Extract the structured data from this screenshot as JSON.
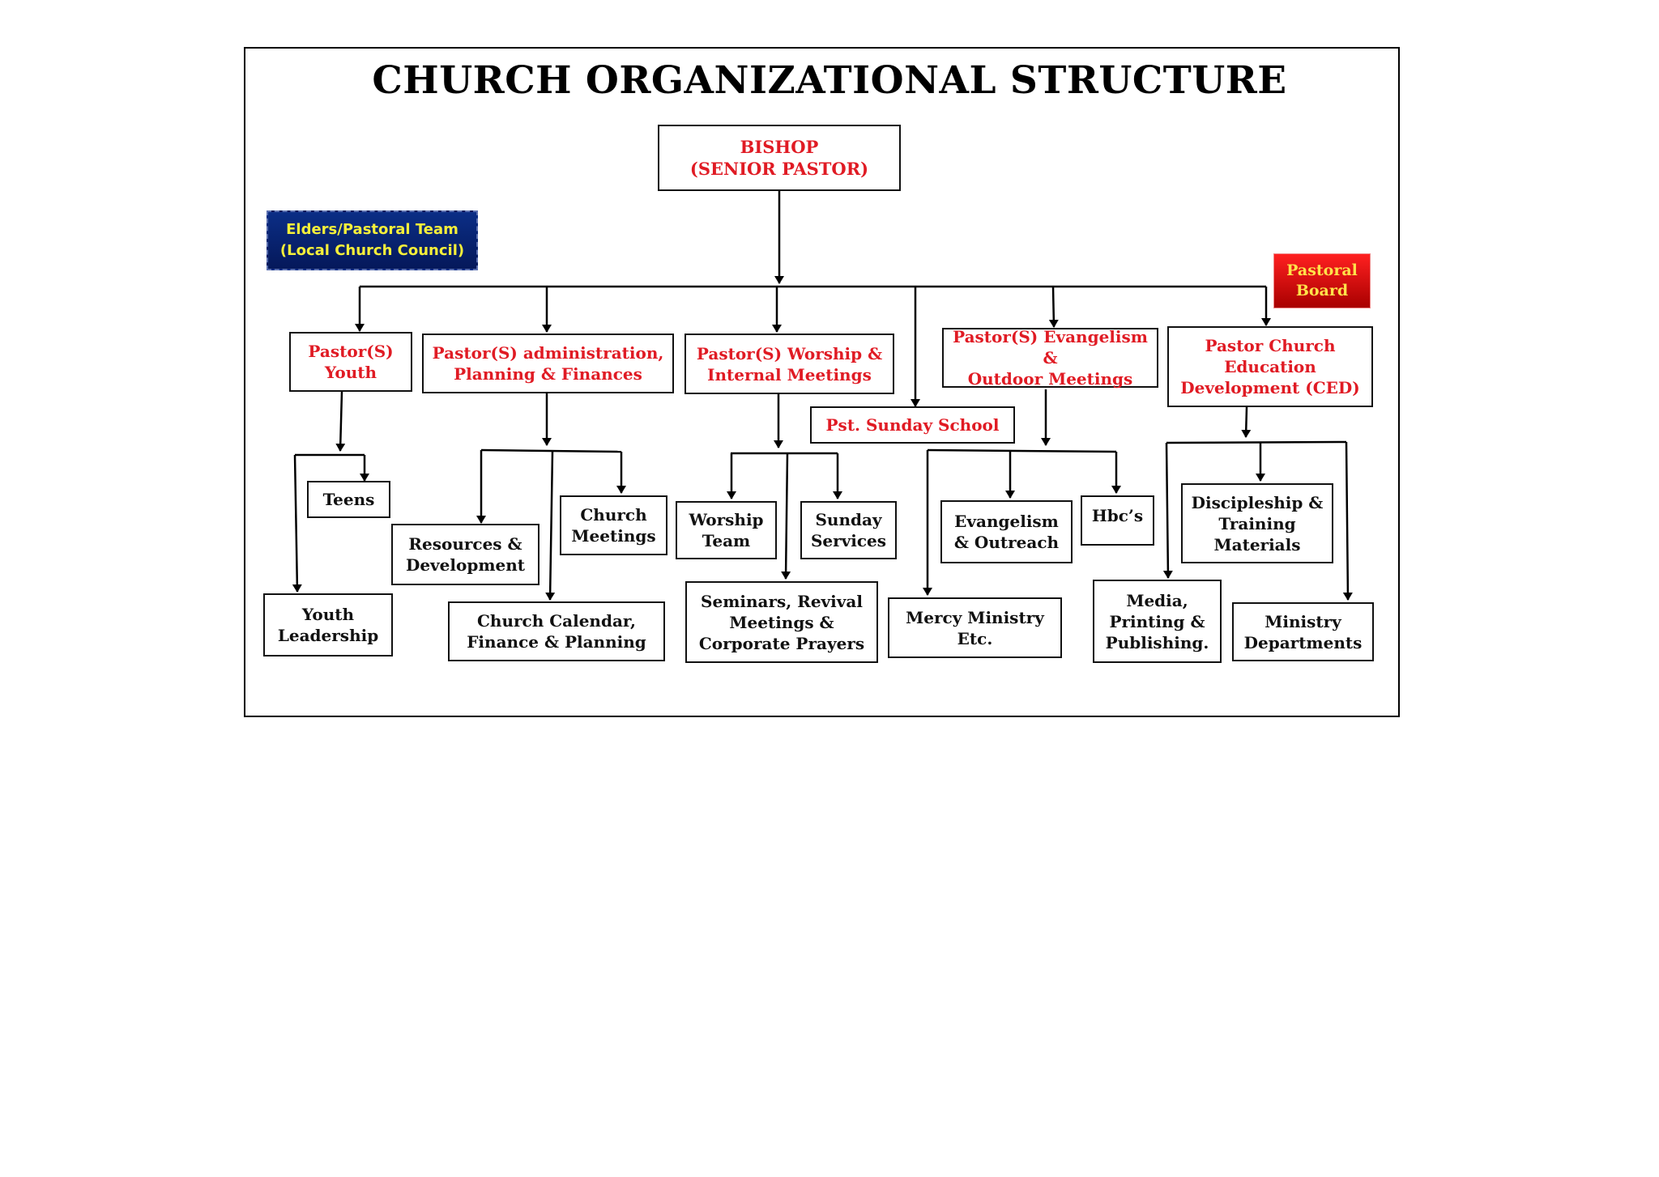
{
  "title": "CHURCH ORGANIZATIONAL STRUCTURE",
  "side_boxes": {
    "elders": "Elders/Pastoral Team\n(Local Church Council)",
    "pastoral_board": "Pastoral\nBoard"
  },
  "nodes": {
    "bishop": "BISHOP\n(SENIOR PASTOR)",
    "youth": "Pastor(S)\nYouth",
    "admin": "Pastor(S) administration,\nPlanning & Finances",
    "worship": "Pastor(S) Worship &\nInternal Meetings",
    "sunday_school": "Pst. Sunday School",
    "evangelism": "Pastor(S) Evangelism &\nOutdoor Meetings",
    "ced": "Pastor Church\nEducation\nDevelopment (CED)",
    "teens": "Teens",
    "youth_leadership": "Youth\nLeadership",
    "resources": "Resources &\nDevelopment",
    "church_meetings": "Church\nMeetings",
    "calendar": "Church Calendar,\nFinance & Planning",
    "worship_team": "Worship\nTeam",
    "sunday_services": "Sunday\nServices",
    "seminars": "Seminars, Revival\nMeetings &\nCorporate Prayers",
    "evangelism_outreach": "Evangelism\n& Outreach",
    "hbcs": "Hbc’s",
    "mercy": "Mercy Ministry\nEtc.",
    "discipleship": "Discipleship &\nTraining\nMaterials",
    "media": "Media,\nPrinting &\nPublishing.",
    "ministry_departments": "Ministry\nDepartments"
  }
}
